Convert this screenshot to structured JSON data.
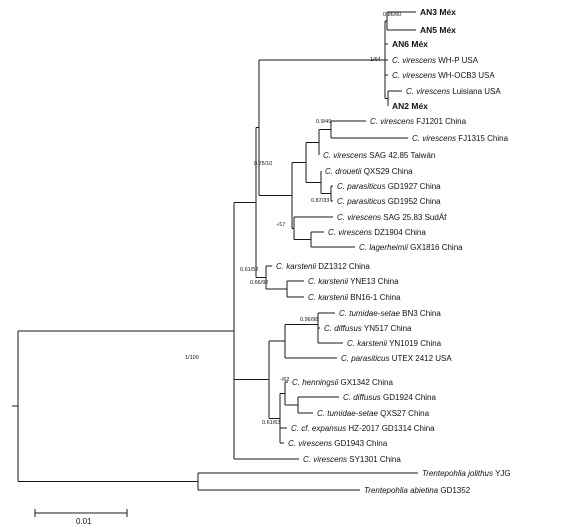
{
  "taxa": [
    {
      "genus": "",
      "epithet": "",
      "rest": "AN3 Méx",
      "bold": true
    },
    {
      "genus": "",
      "epithet": "",
      "rest": "AN5 Méx",
      "bold": true
    },
    {
      "genus": "",
      "epithet": "",
      "rest": "AN6 Méx",
      "bold": true
    },
    {
      "genus": "C.",
      "epithet": "virescens",
      "rest": "WH-P USA",
      "bold": false
    },
    {
      "genus": "C.",
      "epithet": "virescens",
      "rest": "WH-OCB3 USA",
      "bold": false
    },
    {
      "genus": "C.",
      "epithet": "virescens",
      "rest": "Luisiana USA",
      "bold": false
    },
    {
      "genus": "",
      "epithet": "",
      "rest": "AN2 Méx",
      "bold": true
    },
    {
      "genus": "C.",
      "epithet": "virescens",
      "rest": "FJ1201 China",
      "bold": false
    },
    {
      "genus": "C.",
      "epithet": "virescens",
      "rest": "FJ1315 China",
      "bold": false
    },
    {
      "genus": "C.",
      "epithet": "virescens",
      "rest": "SAG 42.85 Taiwán",
      "bold": false
    },
    {
      "genus": "C.",
      "epithet": "drouetii",
      "rest": "QXS29 China",
      "bold": false
    },
    {
      "genus": "C.",
      "epithet": "parasiticus",
      "rest": "GD1927 China",
      "bold": false
    },
    {
      "genus": "C.",
      "epithet": "parasiticus",
      "rest": "GD1952 China",
      "bold": false
    },
    {
      "genus": "C.",
      "epithet": "virescens",
      "rest": "SAG 25.83 SudÁf",
      "bold": false
    },
    {
      "genus": "C.",
      "epithet": "virescens",
      "rest": "DZ1904 China",
      "bold": false
    },
    {
      "genus": "C.",
      "epithet": "lagerheimii",
      "rest": "GX1816 China",
      "bold": false
    },
    {
      "genus": "C.",
      "epithet": "karstenii",
      "rest": "DZ1312 China",
      "bold": false
    },
    {
      "genus": "C.",
      "epithet": "karstenii",
      "rest": "YNE13 China",
      "bold": false
    },
    {
      "genus": "C.",
      "epithet": "karstenii",
      "rest": "BN16-1 China",
      "bold": false
    },
    {
      "genus": "C.",
      "epithet": "tumidae-setae",
      "rest": "BN3 China",
      "bold": false
    },
    {
      "genus": "C.",
      "epithet": "diffusus",
      "rest": "YN517 China",
      "bold": false
    },
    {
      "genus": "C.",
      "epithet": "karstenii",
      "rest": "YN1019 China",
      "bold": false
    },
    {
      "genus": "C.",
      "epithet": "parasiticus",
      "rest": "UTEX 2412 USA",
      "bold": false
    },
    {
      "genus": "C.",
      "epithet": "henningsii",
      "rest": "GX1342 China",
      "bold": false
    },
    {
      "genus": "C.",
      "epithet": "diffusus",
      "rest": "GD1924 China",
      "bold": false
    },
    {
      "genus": "C.",
      "epithet": "tumidae-setae",
      "rest": "QXS27 China",
      "bold": false
    },
    {
      "genus": "C.",
      "epithet": "cf. expansus",
      "rest": "HZ-2017 GD1314 China",
      "bold": false
    },
    {
      "genus": "C.",
      "epithet": "virescens",
      "rest": "GD1943 China",
      "bold": false
    },
    {
      "genus": "C.",
      "epithet": "virescens",
      "rest": "SY1301 China",
      "bold": false
    },
    {
      "genus": "",
      "epithet": "Trentepohlia jolithus",
      "rest": "YJG",
      "bold": false
    },
    {
      "genus": "",
      "epithet": "Trentepohlia abietina",
      "rest": "GD1352",
      "bold": false
    }
  ],
  "supports": {
    "an35": "0.86/60",
    "usa": "1/64",
    "fj": "0.9/49",
    "upper": "0.75/10",
    "parasit": "0.87/33",
    "dz": "-/17",
    "kar1": "0.61/52",
    "kar2": "0.66/92",
    "tum": "0.96/98",
    "hen": "-/62",
    "exp": "0.61/63",
    "root": "1/100"
  },
  "scale": {
    "label": "0.01"
  }
}
